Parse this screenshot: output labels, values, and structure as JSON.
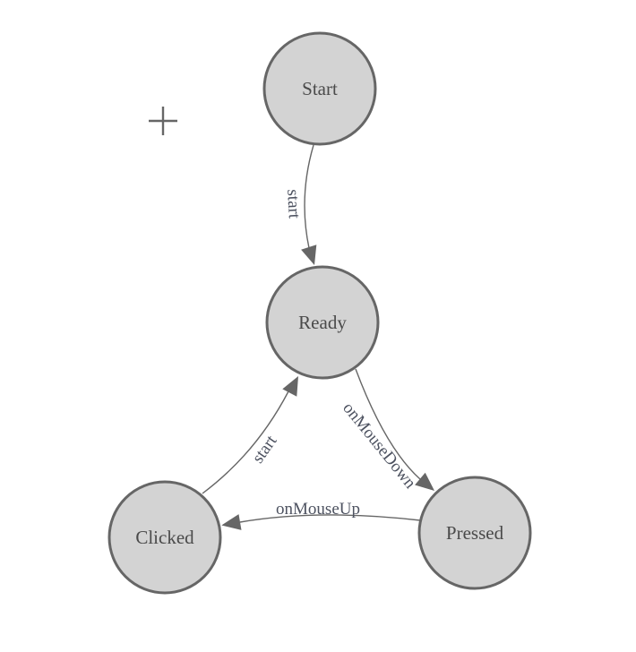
{
  "palette": {
    "background": "#ffffff",
    "node_fill": "#d3d3d3",
    "node_stroke": "#666666",
    "edge_stroke": "#666666",
    "arrow_fill": "#666666",
    "node_text_color": "#4a4a4a",
    "edge_text_color": "#4d5260"
  },
  "nodes": [
    {
      "id": "start",
      "label": "Start"
    },
    {
      "id": "ready",
      "label": "Ready"
    },
    {
      "id": "clicked",
      "label": "Clicked"
    },
    {
      "id": "pressed",
      "label": "Pressed"
    }
  ],
  "edges": [
    {
      "id": "start-to-ready",
      "label": "start",
      "from": "Start",
      "to": "Ready"
    },
    {
      "id": "clicked-to-ready",
      "label": "start",
      "from": "Clicked",
      "to": "Ready"
    },
    {
      "id": "ready-to-pressed",
      "label": "onMouseDown",
      "from": "Ready",
      "to": "Pressed"
    },
    {
      "id": "pressed-to-clicked",
      "label": "onMouseUp",
      "from": "Pressed",
      "to": "Clicked"
    }
  ],
  "cursor": {
    "icon": "crosshair-plus"
  }
}
